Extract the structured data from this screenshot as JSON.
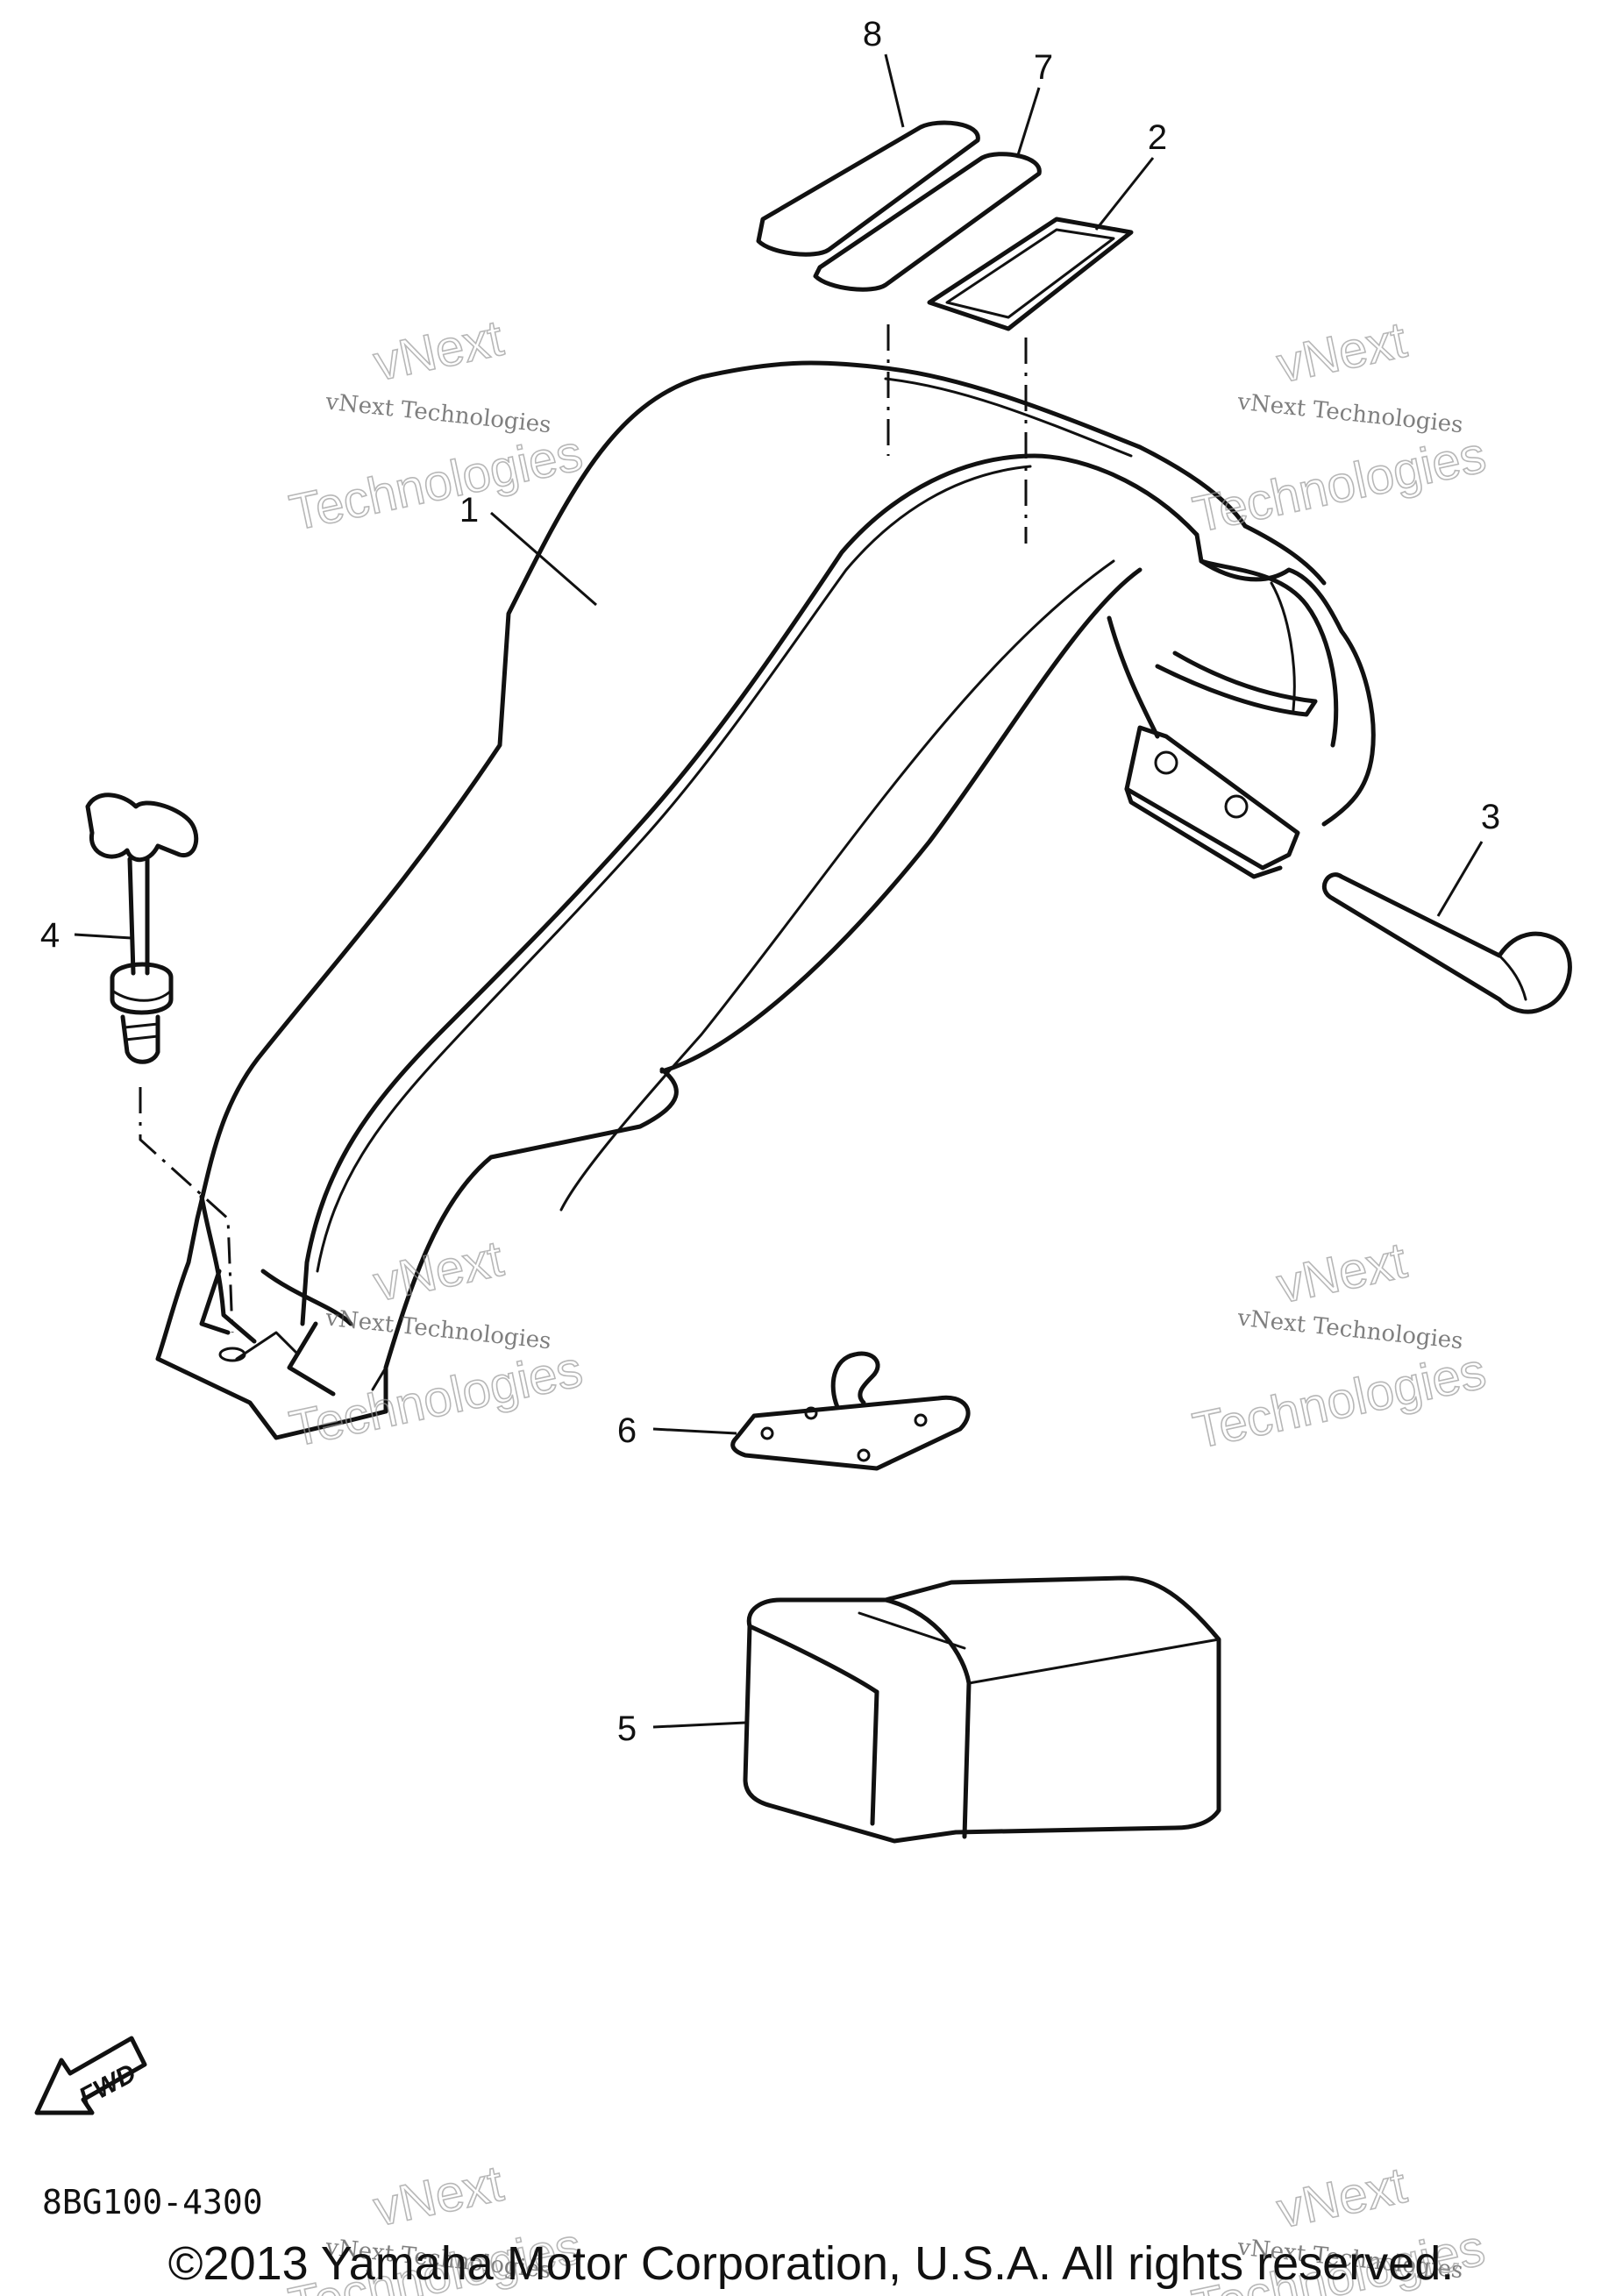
{
  "callouts": [
    {
      "id": "1",
      "label": "1"
    },
    {
      "id": "2",
      "label": "2"
    },
    {
      "id": "3",
      "label": "3"
    },
    {
      "id": "4",
      "label": "4"
    },
    {
      "id": "5",
      "label": "5"
    },
    {
      "id": "6",
      "label": "6"
    },
    {
      "id": "7",
      "label": "7"
    },
    {
      "id": "8",
      "label": "8"
    }
  ],
  "watermark": {
    "small": "vNext Technologies",
    "line1": "vNext",
    "line2": "Technologies"
  },
  "fwd_label": "FWD",
  "diagram_code": "8BG100-4300",
  "copyright": "©2013 Yamaha Motor Corporation, U.S.A. All rights reserved."
}
